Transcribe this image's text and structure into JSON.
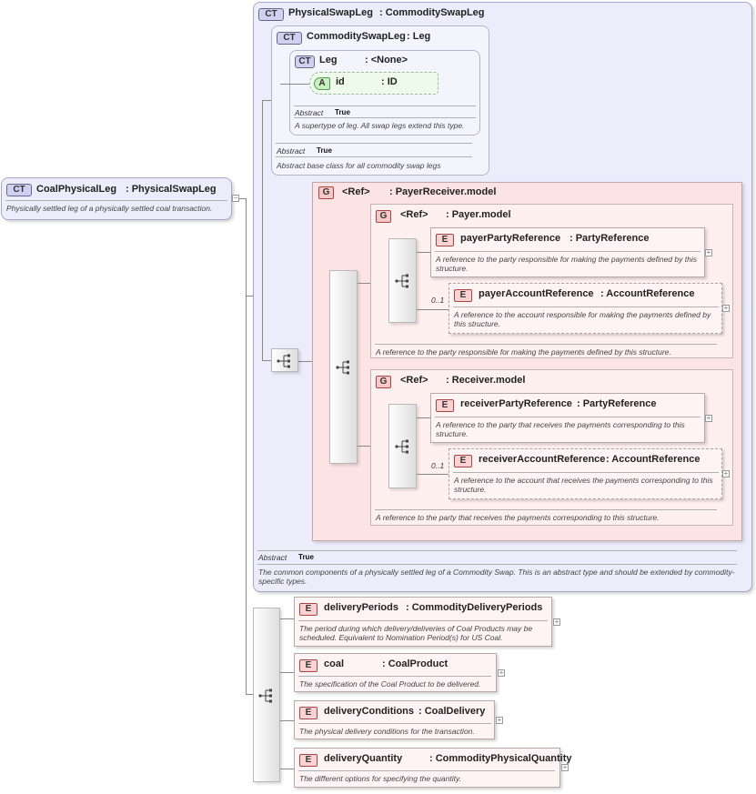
{
  "root": {
    "badge": "CT",
    "name": "CoalPhysicalLeg",
    "type": ": PhysicalSwapLeg",
    "doc": "Physically settled leg of a physically settled coal transaction."
  },
  "physicalSwapLeg": {
    "badge": "CT",
    "name": "PhysicalSwapLeg",
    "type": ": CommoditySwapLeg",
    "abstract_label": "Abstract",
    "abstract_value": "True",
    "doc": "The common components of a physically settled leg of a Commodity Swap. This is an abstract type and should be extended by commodity-specific types."
  },
  "commoditySwapLeg": {
    "badge": "CT",
    "name": "CommoditySwapLeg",
    "type": ": Leg",
    "abstract_label": "Abstract",
    "abstract_value": "True",
    "doc": "Abstract base class for all commodity swap legs"
  },
  "leg": {
    "badge": "CT",
    "name": "Leg",
    "type": ": <None>",
    "abstract_label": "Abstract",
    "abstract_value": "True",
    "doc": "A supertype of leg. All swap legs extend this type.",
    "attr": {
      "badge": "A",
      "name": "id",
      "type": ": ID"
    }
  },
  "payerReceiverModel": {
    "badge": "G",
    "ref": "<Ref>",
    "name": ": PayerReceiver.model"
  },
  "payerModel": {
    "badge": "G",
    "ref": "<Ref>",
    "name": ": Payer.model",
    "doc": "A reference to the party responsible for making the payments defined by this structure.",
    "elements": [
      {
        "badge": "E",
        "name": "payerPartyReference",
        "type": ": PartyReference",
        "doc": "A reference to the party responsible for making the payments defined by this structure."
      },
      {
        "badge": "E",
        "name": "payerAccountReference",
        "type": ": AccountReference",
        "occurs": "0..1",
        "doc": "A reference to the account responsible for making the payments defined by this structure."
      }
    ]
  },
  "receiverModel": {
    "badge": "G",
    "ref": "<Ref>",
    "name": ": Receiver.model",
    "doc": "A reference to the party that receives the payments corresponding to this structure.",
    "elements": [
      {
        "badge": "E",
        "name": "receiverPartyReference",
        "type": ": PartyReference",
        "doc": "A reference to the party that receives the payments corresponding to this structure."
      },
      {
        "badge": "E",
        "name": "receiverAccountReference",
        "type": ": AccountReference",
        "occurs": "0..1",
        "doc": "A reference to the account that receives the payments corresponding to this structure."
      }
    ]
  },
  "coalElements": [
    {
      "badge": "E",
      "name": "deliveryPeriods",
      "type": ": CommodityDeliveryPeriods",
      "doc": "The period during which delivery/deliveries of Coal Products may be scheduled. Equivalent to Nomination Period(s) for US Coal."
    },
    {
      "badge": "E",
      "name": "coal",
      "type": ": CoalProduct",
      "doc": "The specification of the Coal Product to be delivered."
    },
    {
      "badge": "E",
      "name": "deliveryConditions",
      "type": ": CoalDelivery",
      "doc": "The physical delivery conditions for the transaction."
    },
    {
      "badge": "E",
      "name": "deliveryQuantity",
      "type": ": CommodityPhysicalQuantity",
      "doc": "The different options for specifying the quantity."
    }
  ],
  "ui": {
    "expand_symbol": "+",
    "collapse_symbol": "−"
  },
  "colors": {
    "complexType": "#ececfb",
    "group": "#fde4e4",
    "element": "#fff4f4",
    "attribute": "#e8f8e0"
  }
}
